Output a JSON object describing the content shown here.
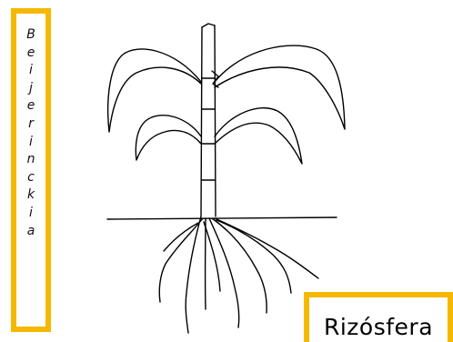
{
  "vertical_label": {
    "text": "Beijerinckia",
    "letters": [
      "B",
      "e",
      "i",
      "j",
      "e",
      "r",
      "i",
      "n",
      "c",
      "k",
      "i",
      "a"
    ]
  },
  "corner_label": {
    "text": "Rizósfera"
  },
  "colors": {
    "box_border": "#f5b800",
    "line": "#000000",
    "background": "#ffffff"
  }
}
